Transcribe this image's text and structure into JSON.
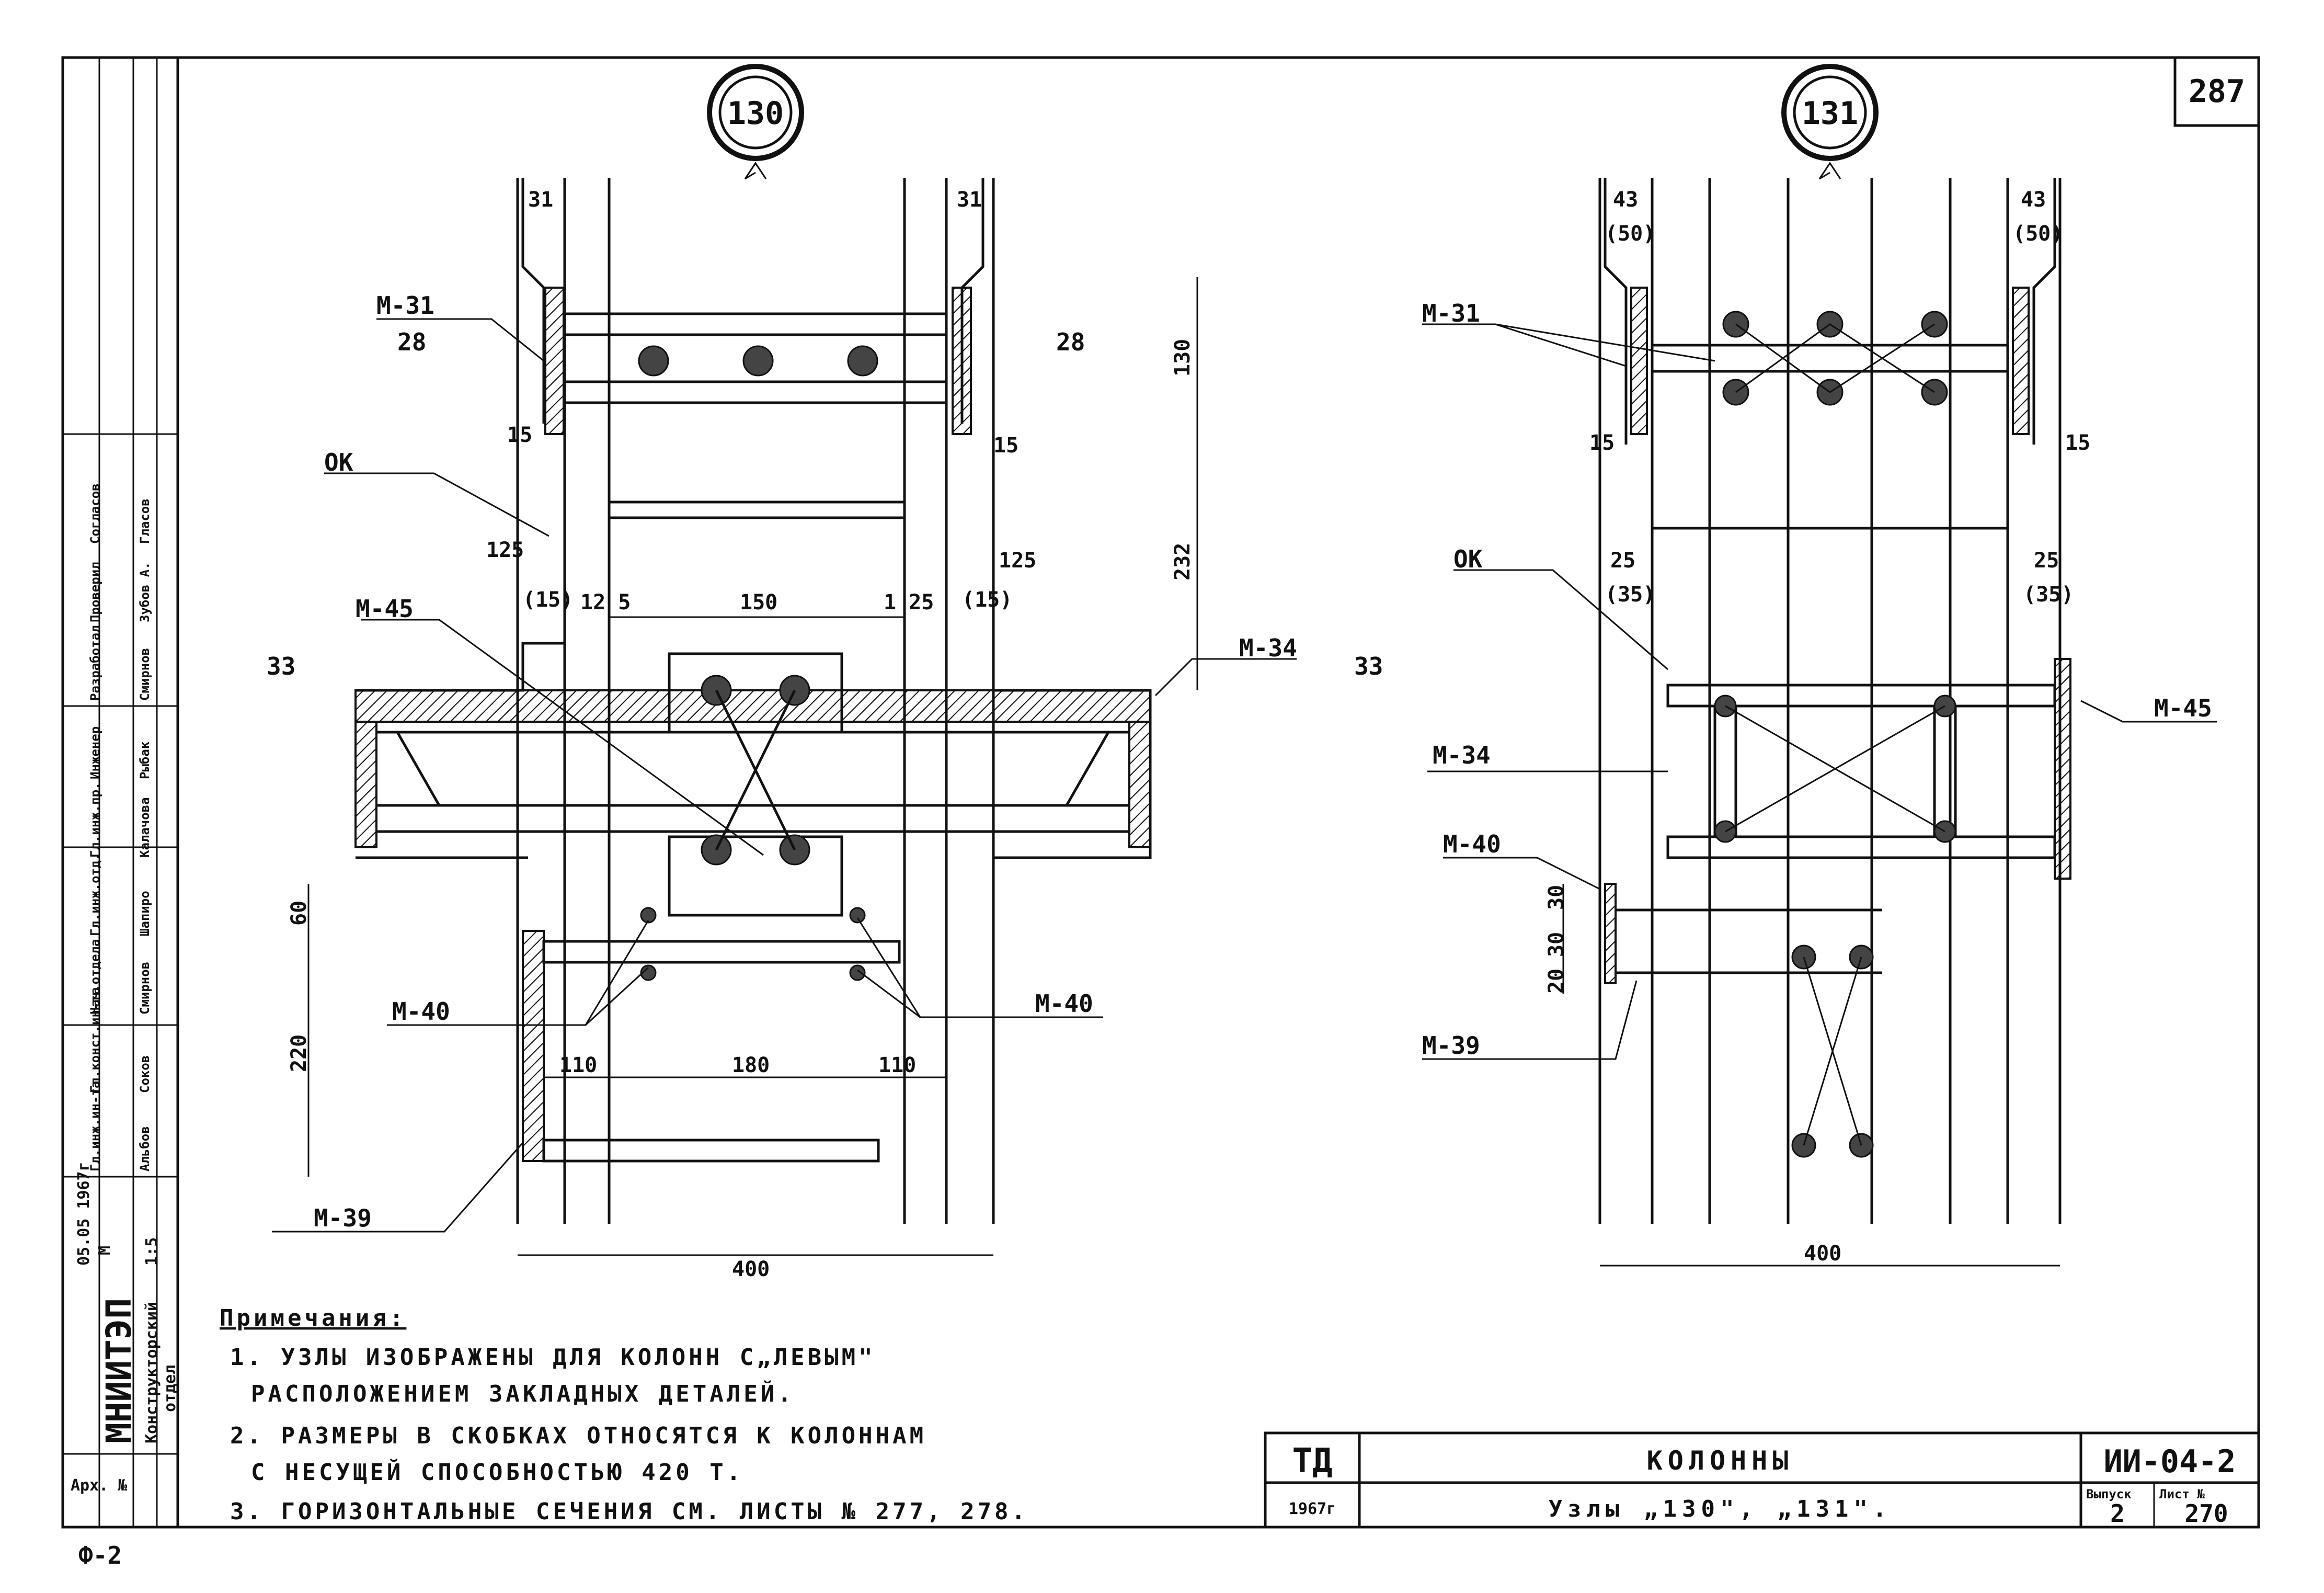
{
  "sheet_number": "287",
  "node_130": {
    "mark": "130",
    "labels": {
      "m31": "M-31",
      "s28l": "28",
      "s28r": "28",
      "ok": "OK",
      "m45": "M-45",
      "s33": "33",
      "m34": "M-34",
      "m40l": "M-40",
      "m40r": "M-40",
      "m39": "M-39"
    },
    "dims": {
      "d31l": "31",
      "d31r": "31",
      "d130": "130",
      "d15l": "15",
      "d15r": "15",
      "d125l": "125",
      "d125r": "125",
      "d232": "232",
      "d15pl": "(15)",
      "d15pr": "(15)",
      "d12_5": "12 5",
      "d150": "150",
      "d1_25": "1 25",
      "d60": "60",
      "d220": "220",
      "d110l": "110",
      "d180": "180",
      "d110r": "110",
      "d400": "400"
    }
  },
  "node_131": {
    "mark": "131",
    "labels": {
      "m31": "M-31",
      "ok": "OK",
      "s33": "33",
      "m45": "M-45",
      "m34": "M-34",
      "m40": "M-40",
      "m39": "M-39"
    },
    "dims": {
      "d43l": "43",
      "d50l": "(50)",
      "d43r": "43",
      "d50r": "(50)",
      "d15l": "15",
      "d15r": "15",
      "d25l": "25",
      "d35l": "(35)",
      "d25r": "25",
      "d35r": "(35)",
      "d30a": "30",
      "d30b": "30",
      "d20": "20",
      "d400": "400"
    }
  },
  "notes": {
    "heading": "Примечания:",
    "items": [
      "1. Узлы изображены для колонн с„левым\" расположением закладных деталей.",
      "2. Размеры в скобках относятся к колоннам с несущей способностью 420 т.",
      "3. Горизонтальные сечения см. листы № 277, 278."
    ],
    "n1a": "1. УЗЛЫ ИЗОБРАЖЕНЫ ДЛЯ КОЛОНН С„ЛЕВЫМ\"",
    "n1b": "РАСПОЛОЖЕНИЕМ ЗАКЛАДНЫХ ДЕТАЛЕЙ.",
    "n2a": "2. РАЗМЕРЫ В СКОБКАХ ОТНОСЯТСЯ К КОЛОННАМ",
    "n2b": "С НЕСУЩЕЙ СПОСОБНОСТЬЮ 420 Т.",
    "n3": "3. ГОРИЗОНТАЛЬНЫЕ СЕЧЕНИЯ СМ. ЛИСТЫ № 277, 278."
  },
  "title_block": {
    "org": "ТД",
    "year": "1967г",
    "title": "КОЛОННЫ",
    "subtitle": "Узлы „130\", „131\".",
    "code": "ИИ-04-2",
    "issue_label": "Выпуск",
    "issue": "2",
    "sheet_label": "Лист №",
    "sheet": "270"
  },
  "side_stamp": {
    "institute": "МНИИТЭП",
    "dept1": "Конструкторский",
    "dept2": "отдел",
    "arch": "Арх. №",
    "scale_label": "М",
    "scale": "1:5",
    "date": "05.05 1967г",
    "roles": [
      "Гл.инж.ин-та",
      "Гл.конст.ин-та",
      "Нач.отдела",
      "Гл.инж.отд.",
      "Гл.инж.пр.",
      "Инженер",
      "Разработал",
      "Проверил",
      "Согласов"
    ],
    "names": [
      "Альбов",
      "Соков",
      "Смирнов",
      "Шапиро",
      "Калачова",
      "Рыбак",
      "Смирнов",
      "Зубов А.",
      "Гласов"
    ]
  },
  "corner_mark": "Ф-2"
}
